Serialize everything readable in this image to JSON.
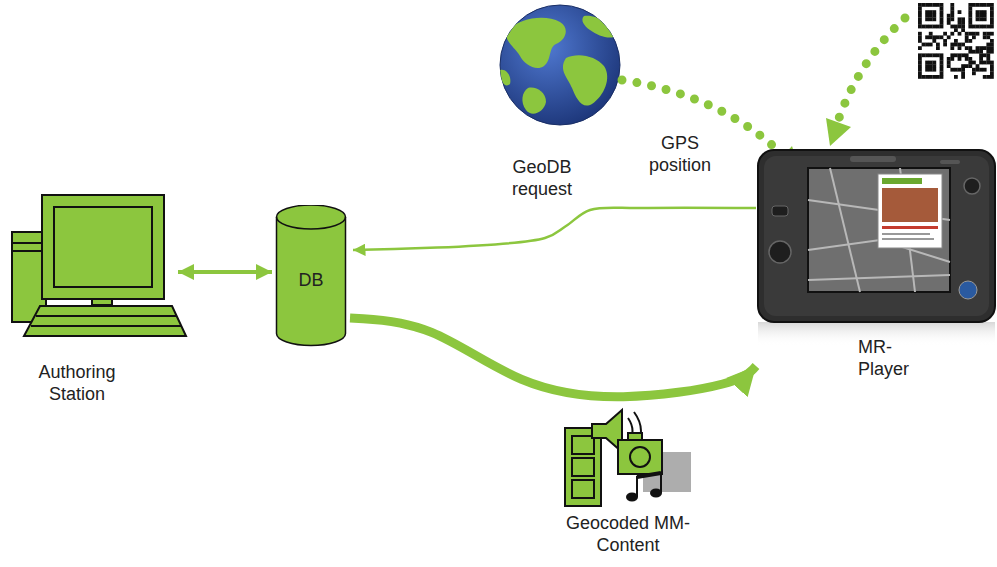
{
  "diagram": {
    "nodes": [
      {
        "text": [
          "Authoring Station"
        ]
      },
      {
        "text": [
          "DB"
        ]
      },
      {
        "text": [
          "MR- Player"
        ]
      }
    ],
    "edges": [
      {
        "from": 0,
        "to": 1,
        "arrow": "both"
      },
      {
        "from": 2,
        "to": 1,
        "arrow": "to",
        "label": "GeoDB request"
      },
      {
        "from": 1,
        "to": 2,
        "arrow": "to",
        "label": "Geocoded MM-Content"
      }
    ],
    "labels": [
      "GPS position"
    ]
  }
}
